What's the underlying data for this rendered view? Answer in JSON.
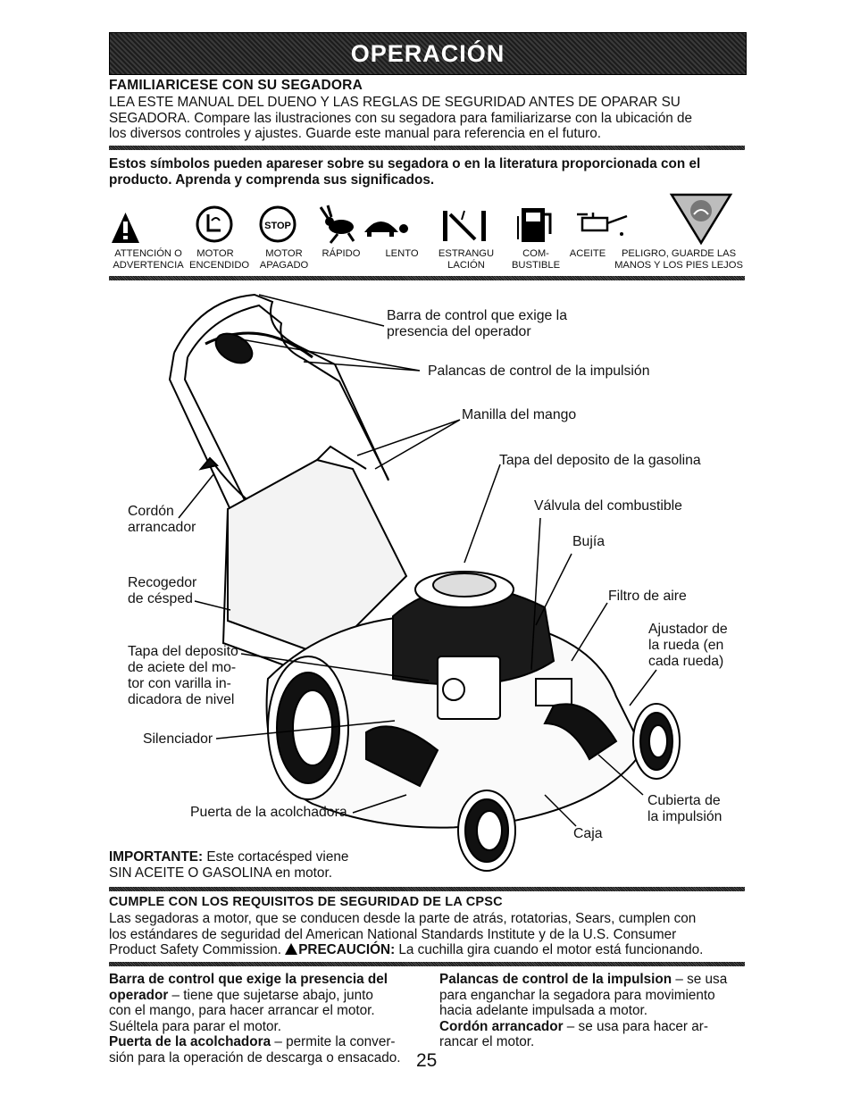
{
  "banner": {
    "title": "OPERACIÓN"
  },
  "intro": {
    "heading": "FAMILIARICESE CON SU SEGADORA",
    "lines": [
      "LEA ESTE MANUAL DEL DUENO Y LAS REGLAS DE SEGURIDAD ANTES DE OPARAR SU",
      "SEGADORA.   Compare las ilustraciones con su segadora para familiarizarse con la ubicación de",
      "los diversos controles y ajustes.  Guarde este manual para referencia en el futuro."
    ]
  },
  "symbols_intro": {
    "lines": [
      "Estos símbolos pueden apareser sobre su segadora o en la literatura proporcionada con el",
      "producto.  Aprenda y comprenda sus significados."
    ]
  },
  "symbols": [
    {
      "icon": "warning-triangle-icon",
      "label": "ATTENCIÓN O\nADVERTENCIA"
    },
    {
      "icon": "engine-on-icon",
      "label": "MOTOR\nENCENDIDO"
    },
    {
      "icon": "engine-stop-icon",
      "icon_text": "STOP",
      "label": "MOTOR\nAPAGADO"
    },
    {
      "icon": "rabbit-icon",
      "label": "RÁPIDO"
    },
    {
      "icon": "turtle-icon",
      "label": "LENTO"
    },
    {
      "icon": "choke-icon",
      "label": "ESTRANGU\nLACIÓN"
    },
    {
      "icon": "fuel-pump-icon",
      "label": "COM-\nBUSTIBLE"
    },
    {
      "icon": "oil-can-icon",
      "label": "ACEITE"
    },
    {
      "icon": "hand-danger-icon",
      "label": "PELIGRO, GUARDE LAS\nMANOS Y LOS PIES LEJOS"
    }
  ],
  "callouts": {
    "operator_bar": "Barra de control que exige la\npresencia del operador",
    "drive_levers": "Palancas de control de la impulsión",
    "handle": "Manilla del mango",
    "fuel_cap": "Tapa del deposito de la gasolina",
    "fuel_valve": "Válvula del combustible",
    "spark_plug": "Bujía",
    "air_filter": "Filtro de aire",
    "wheel_adjuster": "Ajustador de\nla rueda (en\ncada rueda)",
    "starter_cord": "Cordón\narrancador",
    "grass_catcher": "Recogedor\nde césped",
    "oil_cap": "Tapa del deposito\nde aciete del mo-\ntor con varilla in-\ndicadora de nivel",
    "muffler": "Silenciador",
    "mulch_door": "Puerta de la acolchadora",
    "drive_cover": "Cubierta de\nla impulsión",
    "housing": "Caja"
  },
  "important": {
    "label": "IMPORTANTE:",
    "text1": " Este cortacésped viene",
    "text2": "SIN ACEITE O GASOLINA en motor."
  },
  "cpsc": {
    "heading": "CUMPLE CON LOS REQUISITOS DE SEGURIDAD DE LA CPSC",
    "line1": "Las segadoras a motor, que se conducen desde la parte de atrás, rotatorias, Sears, cumplen con",
    "line2": "los estándares de seguridad del American National Standards Institute y de la U.S. Consumer",
    "line3_pre": "Product Safety Commission.  ",
    "caution_label": "PRECAUCIÓN:",
    "line3_post": " La cuchilla gira cuando el motor está funcionando."
  },
  "definitions": {
    "left": {
      "t1": "Barra de control que exige la presencia del",
      "t2": "operador",
      "d1": " – tiene que sujetarse abajo, junto",
      "d2": "con el mango, para hacer arrancar el motor.",
      "d3": "Suéltela para parar el motor.",
      "t3": "Puerta de la acolchadora",
      "d4": " – permite la conver-",
      "d5": "sión para la operación de descarga o ensacado."
    },
    "right": {
      "t1": "Palancas de control de la impulsion",
      "d1": " – se usa",
      "d2": "para enganchar la segadora para movimiento",
      "d3": "hacia adelante impulsada a motor.",
      "t2": "Cordón arrancador",
      "d4": " – se usa para hacer ar-",
      "d5": "rancar el motor."
    }
  },
  "page_number": "25"
}
